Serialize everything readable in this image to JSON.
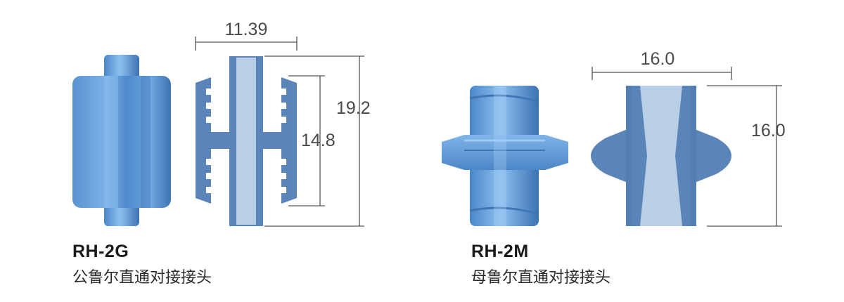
{
  "products": [
    {
      "model": "RH-2G",
      "name": "公鲁尔直通对接接头",
      "dimensions": {
        "width": "11.39",
        "height_total": "19.2",
        "height_inner": "14.8"
      }
    },
    {
      "model": "RH-2M",
      "name": "母鲁尔直通对接接头",
      "dimensions": {
        "width": "16.0",
        "height": "16.0"
      }
    }
  ],
  "colors": {
    "body": "#6199d4",
    "body_light": "#8ab8e6",
    "body_dark": "#3f75b4",
    "section_dark": "#5b84b8",
    "bore": "#b9cfe6"
  }
}
